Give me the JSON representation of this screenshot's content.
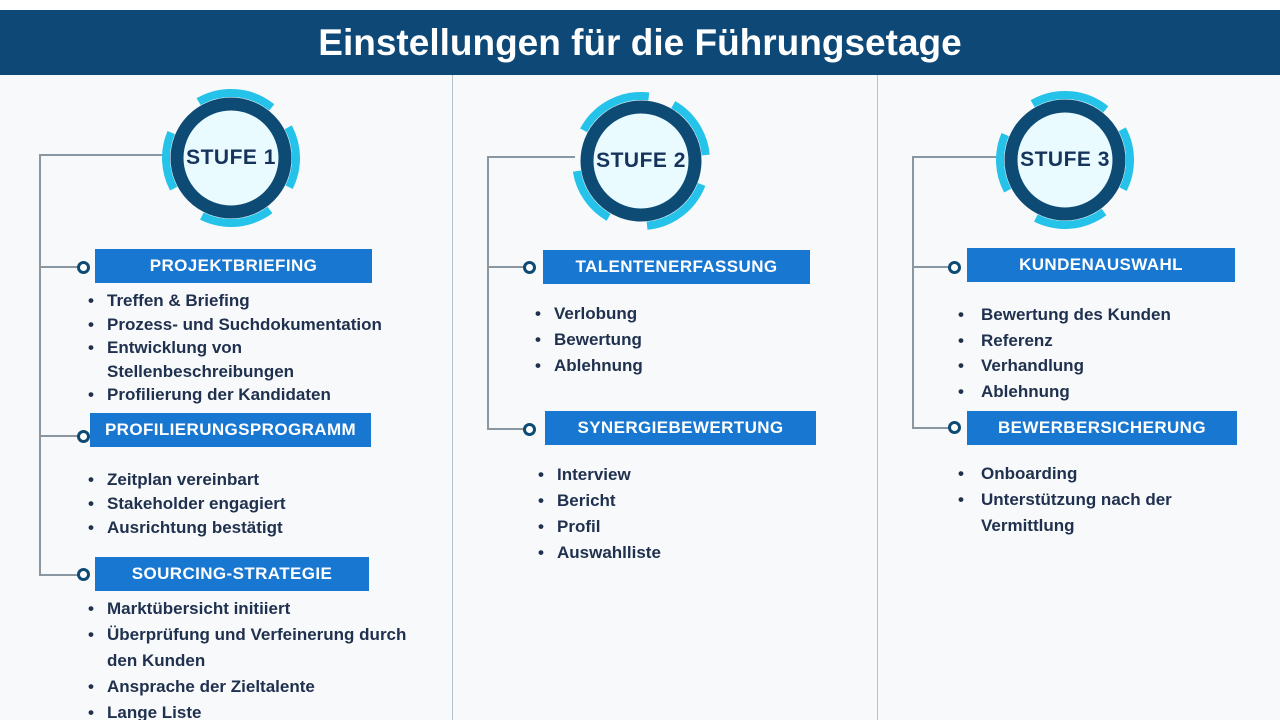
{
  "title": "Einstellungen für die Führungsetage",
  "colors": {
    "header_bg": "#0e4877",
    "bar_bg": "#1877d1",
    "ring_navy": "#0d4a74",
    "accent_cyan": "#25c2e9",
    "text_navy": "#20314f",
    "connector_gray": "#8a96a0",
    "badge_fill": "#e9fbff",
    "background": "#f8f9fa"
  },
  "columns": [
    {
      "stage": "STUFE 1",
      "sections": [
        {
          "title": "PROJEKTBRIEFING",
          "items": [
            "Treffen & Briefing",
            "Prozess- und Suchdokumentation",
            "Entwicklung von Stellenbeschreibungen",
            "Profilierung der Kandidaten"
          ]
        },
        {
          "title": "PROFILIERUNGSPROGRAMM",
          "items": [
            "Zeitplan vereinbart",
            "Stakeholder engagiert",
            "Ausrichtung bestätigt"
          ]
        },
        {
          "title": "SOURCING-STRATEGIE",
          "items": [
            "Marktübersicht initiiert",
            "Überprüfung und Verfeinerung durch den Kunden",
            "Ansprache der Zieltalente",
            "Lange Liste"
          ]
        }
      ]
    },
    {
      "stage": "STUFE 2",
      "sections": [
        {
          "title": "TALENTENERFASSUNG",
          "items": [
            "Verlobung",
            "Bewertung",
            "Ablehnung"
          ]
        },
        {
          "title": "SYNERGIEBEWERTUNG",
          "items": [
            "Interview",
            "Bericht",
            "Profil",
            "Auswahlliste"
          ]
        }
      ]
    },
    {
      "stage": "STUFE 3",
      "sections": [
        {
          "title": "KUNDENAUSWAHL",
          "items": [
            "Bewertung des Kunden",
            "Referenz",
            "Verhandlung",
            "Ablehnung"
          ]
        },
        {
          "title": "BEWERBERSICHERUNG",
          "items": [
            "Onboarding",
            "Unterstützung nach der Vermittlung"
          ]
        }
      ]
    }
  ]
}
